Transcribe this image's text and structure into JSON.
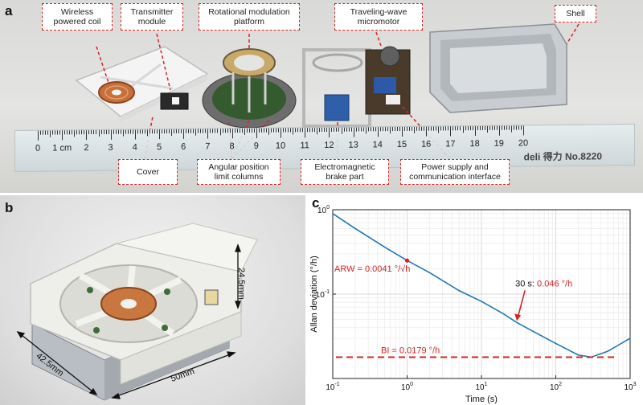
{
  "panel_a": {
    "letter": "a",
    "callouts_top": [
      {
        "id": "wireless",
        "text": "Wireless powered coil"
      },
      {
        "id": "transmitter",
        "text": "Transmitter module"
      },
      {
        "id": "rotational",
        "text": "Rotational modulation platform"
      },
      {
        "id": "micromotor",
        "text": "Traveling-wave micromotor"
      },
      {
        "id": "shell",
        "text": "Shell"
      }
    ],
    "callouts_bottom": [
      {
        "id": "cover",
        "text": "Cover"
      },
      {
        "id": "angular",
        "text": "Angular position limit columns"
      },
      {
        "id": "brake",
        "text": "Electromagnetic brake part"
      },
      {
        "id": "power",
        "text": "Power supply and communication interface"
      }
    ],
    "ruler": {
      "numbers": [
        "0",
        "1 cm",
        "2",
        "3",
        "4",
        "5",
        "6",
        "7",
        "8",
        "9",
        "10",
        "11",
        "12",
        "13",
        "14",
        "15",
        "16",
        "17",
        "18",
        "19",
        "20"
      ],
      "brand": "deli 得力 No.8220"
    },
    "accent_color": "#d62424"
  },
  "panel_b": {
    "letter": "b",
    "dimensions": {
      "depth": "42.5mm",
      "width": "50mm",
      "height": "24.5mm"
    }
  },
  "panel_c": {
    "letter": "c"
  },
  "chart_data": {
    "type": "line",
    "xlabel": "Time (s)",
    "ylabel": "Allan deviation (°/h)",
    "xscale": "log",
    "yscale": "log",
    "xlim": [
      0.1,
      1000
    ],
    "ylim": [
      0.01,
      1
    ],
    "x_ticks": [
      "10^-1",
      "10^0",
      "10^1",
      "10^2",
      "10^3"
    ],
    "y_ticks": [
      "10^0",
      "10^-1"
    ],
    "grid": true,
    "series": [
      {
        "color": "#1f77b4",
        "x": [
          0.1,
          0.2,
          0.5,
          1,
          2,
          5,
          10,
          20,
          30,
          50,
          100,
          200,
          300,
          500,
          1000
        ],
        "y": [
          0.9,
          0.6,
          0.36,
          0.25,
          0.18,
          0.11,
          0.082,
          0.058,
          0.046,
          0.036,
          0.026,
          0.019,
          0.0179,
          0.021,
          0.03
        ]
      }
    ],
    "markers": [
      {
        "label": "ARW = 0.0041 °/√h",
        "x": 1,
        "y": 0.25,
        "color": "#d62424"
      }
    ],
    "annotations": [
      {
        "text_prefix": "30 s: ",
        "text_value": "0.046 °/h",
        "x": 30,
        "y": 0.046,
        "color": "#d62424"
      }
    ],
    "hlines": [
      {
        "label": "BI = 0.0179 °/h",
        "y": 0.0179,
        "color": "#d62424",
        "style": "dashed"
      }
    ]
  }
}
